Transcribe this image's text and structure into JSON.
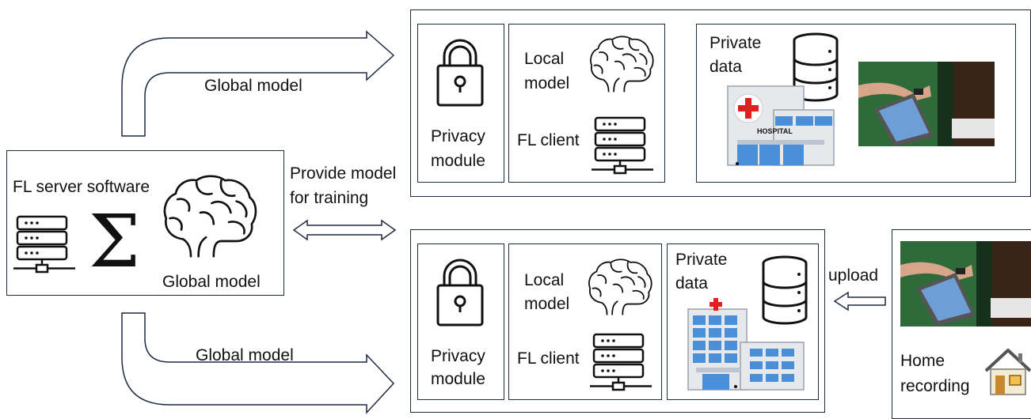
{
  "server": {
    "title": "FL server software",
    "sigma": "Σ",
    "global_model_label": "Global model"
  },
  "arrows": {
    "top_label": "Global model",
    "bottom_label": "Global model",
    "provide_label_line1": "Provide model",
    "provide_label_line2": "for training",
    "upload_label": "upload"
  },
  "client_top": {
    "privacy_line1": "Privacy",
    "privacy_line2": "module",
    "local_line1": "Local",
    "local_line2": "model",
    "fl_client": "FL client",
    "private_line1": "Private",
    "private_line2": "data",
    "hospital_sign": "HOSPITAL"
  },
  "client_bottom": {
    "privacy_line1": "Privacy",
    "privacy_line2": "module",
    "local_line1": "Local",
    "local_line2": "model",
    "fl_client": "FL client",
    "private_line1": "Private",
    "private_line2": "data"
  },
  "home": {
    "line1": "Home",
    "line2": "recording"
  },
  "colors": {
    "box_border": "#1f2a44",
    "hospital_cross": "#e02020",
    "window_blue": "#4a90d9",
    "house_roof": "#6b6b6b"
  }
}
